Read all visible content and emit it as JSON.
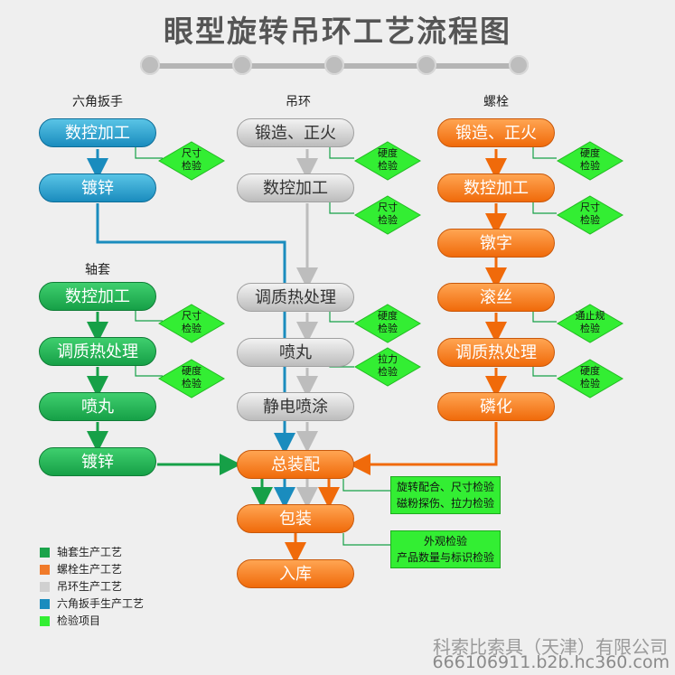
{
  "title": "眼型旋转吊环工艺流程图",
  "columns": {
    "hex_wrench": "六角扳手",
    "ring": "吊环",
    "bolt": "螺栓",
    "sleeve": "轴套"
  },
  "hex": {
    "step1": "数控加工",
    "step2": "镀锌",
    "check1": [
      "尺寸",
      "检验"
    ]
  },
  "sleeve": {
    "step1": "数控加工",
    "step2": "调质热处理",
    "step3": "喷丸",
    "step4": "镀锌",
    "check1": [
      "尺寸",
      "检验"
    ],
    "check2": [
      "硬度",
      "检验"
    ]
  },
  "ring": {
    "step1": "锻造、正火",
    "step2": "数控加工",
    "step3": "调质热处理",
    "step4": "喷丸",
    "step5": "静电喷涂",
    "check1": [
      "硬度",
      "检验"
    ],
    "check2": [
      "尺寸",
      "检验"
    ],
    "check3": [
      "硬度",
      "检验"
    ],
    "check4": [
      "拉力",
      "检验"
    ]
  },
  "bolt": {
    "step1": "锻造、正火",
    "step2": "数控加工",
    "step3": "镦字",
    "step4": "滚丝",
    "step5": "调质热处理",
    "step6": "磷化",
    "check1": [
      "硬度",
      "检验"
    ],
    "check2": [
      "尺寸",
      "检验"
    ],
    "check3": [
      "通止规",
      "检验"
    ],
    "check4": [
      "硬度",
      "检验"
    ]
  },
  "final": {
    "assembly": "总装配",
    "packing": "包装",
    "storage": "入库",
    "assembly_check": [
      "旋转配合、尺寸检验",
      "磁粉探伤、拉力检验"
    ],
    "packing_check": [
      "外观检验",
      "产品数量与标识检验"
    ]
  },
  "legend": [
    {
      "label": "轴套生产工艺",
      "color": "#1aa34a"
    },
    {
      "label": "螺栓生产工艺",
      "color": "#f07a2a"
    },
    {
      "label": "吊环生产工艺",
      "color": "#d0d0d0"
    },
    {
      "label": "六角扳手生产工艺",
      "color": "#1a8cbe"
    },
    {
      "label": "检验项目",
      "color": "#33ee33"
    }
  ],
  "company": "科索比索具（天津）有限公司",
  "watermark": "666106911.b2b.hc360.com",
  "colors": {
    "blue": "#1a8cbe",
    "green": "#16a047",
    "gray": "#c4c4c4",
    "orange": "#f06a0a",
    "check": "#33ee33"
  }
}
